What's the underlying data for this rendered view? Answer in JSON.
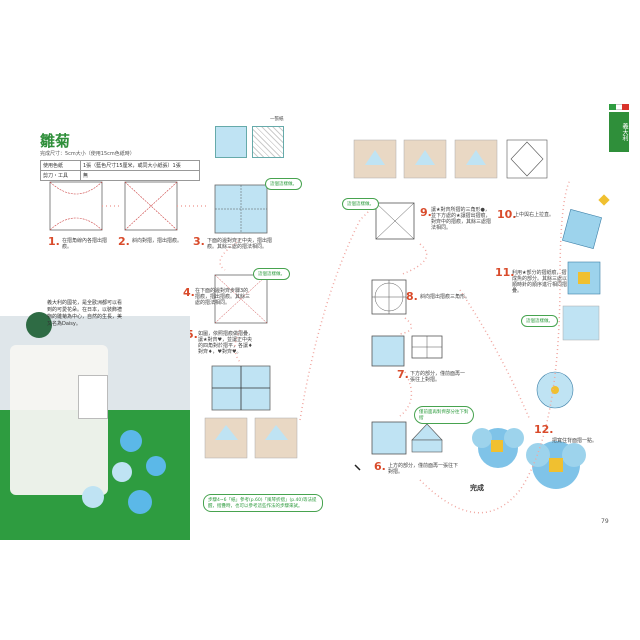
{
  "header": {
    "title": "雛菊",
    "spec": "完成尺寸：5cm大小（使用15cm色紙時）"
  },
  "materials": [
    {
      "label": "使用色紙",
      "value": "1張（藍色尺寸15厘米，或同大小紙張）1張"
    },
    {
      "label": "剪刀・工具",
      "value": "無"
    }
  ],
  "sidebar": {
    "label": "義大利",
    "flag": [
      "#2e9c40",
      "#ffffff",
      "#d9332b"
    ]
  },
  "intro": "義大利的國花，是全歐洲都可以看到的可愛花朵。在日本，以裝飾禮物的雛菊為中心，自然的生長，美又名為Daisy。",
  "prep": {
    "cut_label": "一張紙"
  },
  "steps": [
    {
      "num": "1.",
      "text": "在摺角線內各摺出摺痕。"
    },
    {
      "num": "2.",
      "text": "斜向對摺，摺出摺痕。"
    },
    {
      "num": "3.",
      "text": "下面的邊對齊正中央，摺出摺痕。其餘三處的摺法相同。"
    },
    {
      "num": "4.",
      "text": "在下面的邊對齊步驟3的摺痕，摺出摺痕。其餘三處的摺法相同。"
    },
    {
      "num": "5.",
      "text": "如圖，依照摺痕做摺疊，讓★對齊♥，並讓正中央的四角對於摺平，各讓♦對齊♦，♥對齊♥。"
    },
    {
      "num": "6.",
      "text": "上方的部分，僅前面再一張往下對摺。"
    },
    {
      "num": "7.",
      "text": "下方的部分，僅前面再一張往上對摺。"
    },
    {
      "num": "8.",
      "text": "斜向摺出摺痕三角形。"
    },
    {
      "num": "9.",
      "text": "讓★對齊所摺的三角形●，並下方處的★讓摺出摺痕，對齊中的摺痕，其餘三處摺法相同。"
    },
    {
      "num": "10.",
      "text": "上中與右上拉直。"
    },
    {
      "num": "11.",
      "text": "利用★部分的摺紙痕，摺成魚的部分。其餘三處以順時針的順序進行相同摺疊。"
    },
    {
      "num": "12.",
      "text": "把寬住背面摺一點。"
    }
  ],
  "notes": [
    {
      "text": "這個這樣做。"
    },
    {
      "text": "這個這樣做。"
    },
    {
      "text": "這個這樣做。"
    },
    {
      "text": "這個這樣做。"
    },
    {
      "text": "僅前面再對齊部分往下對摺"
    },
    {
      "text": "步驟4~6「紙」參考(p.60)「風琴折摺」(p.40)等法提醒，摺疊時，也可以參考這些作法的步驟來試。"
    }
  ],
  "done": "完成",
  "page_number": "79"
}
